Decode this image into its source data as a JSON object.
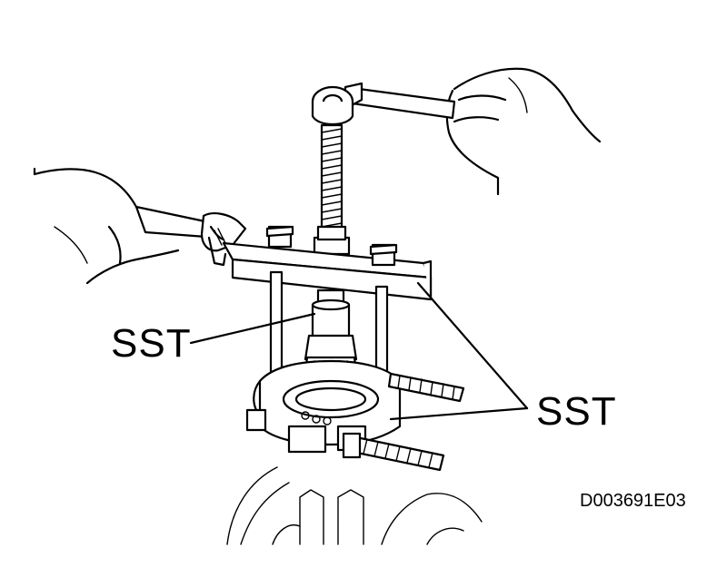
{
  "labels": {
    "sst_left": "SST",
    "sst_right": "SST",
    "figure_code": "D003691E03"
  },
  "icons": [
    "hand-icon",
    "wrench-icon",
    "bearing-puller-icon"
  ],
  "colors": {
    "ink": "#000000",
    "paper": "#ffffff"
  }
}
